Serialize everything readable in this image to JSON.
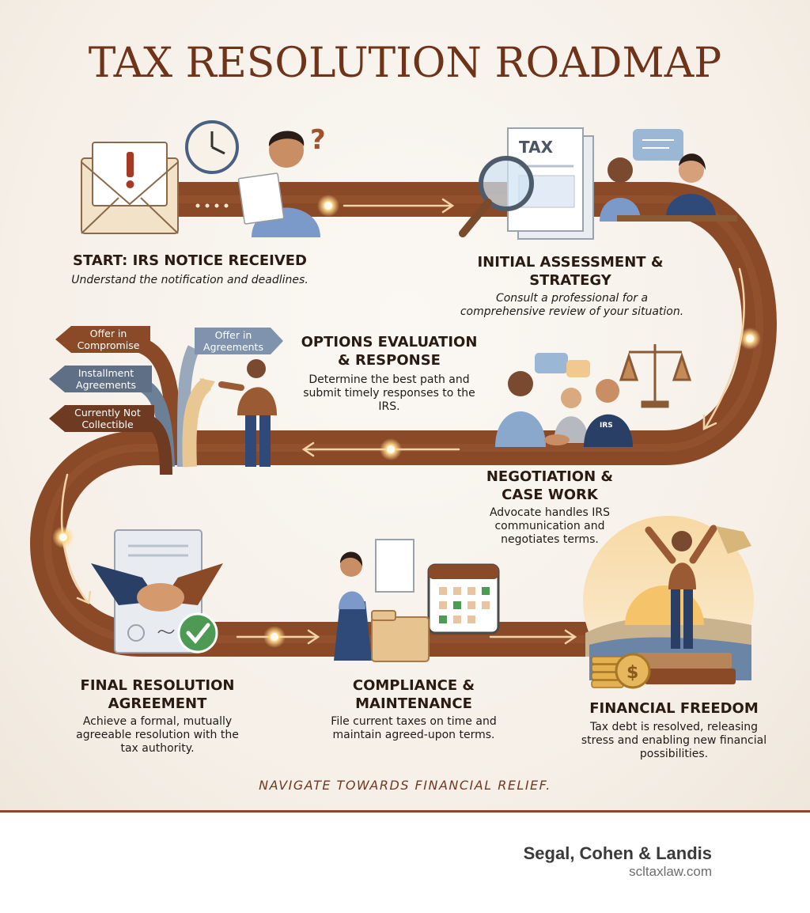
{
  "title": "TAX RESOLUTION ROADMAP",
  "steps": [
    {
      "heading": "START: IRS NOTICE RECEIVED",
      "description": "Understand the notification and deadlines."
    },
    {
      "heading": "INITIAL ASSESSMENT & STRATEGY",
      "description": "Consult a professional for a comprehensive review of your situation."
    },
    {
      "heading": "OPTIONS EVALUATION & RESPONSE",
      "description": "Determine the best path and submit timely responses to the IRS."
    },
    {
      "heading": "NEGOTIATION & CASE WORK",
      "description": "Advocate handles IRS communication and negotiates terms."
    },
    {
      "heading": "FINAL RESOLUTION AGREEMENT",
      "description": "Achieve a formal, mutually agreeable resolution with the tax authority."
    },
    {
      "heading": "COMPLIANCE & MAINTENANCE",
      "description": "File current taxes on time and maintain agreed-upon terms."
    },
    {
      "heading": "FINANCIAL FREEDOM",
      "description": "Tax debt is resolved, releasing stress and enabling new financial possibilities."
    }
  ],
  "options": [
    "Offer in Compromise",
    "Installment Agreements",
    "Currently Not Collectible",
    "Offer in Agreements"
  ],
  "labels": {
    "tax_doc": "TAX",
    "irs_badge": "IRS"
  },
  "tagline": "NAVIGATE TOWARDS FINANCIAL RELIEF.",
  "footer": {
    "firm_name": "Segal, Cohen & Landis",
    "website": "scltaxlaw.com"
  },
  "colors": {
    "title": "#6e3319",
    "road": "#8a4a28",
    "accent_gold": "#e8b86a",
    "rule": "#8a4a28"
  }
}
